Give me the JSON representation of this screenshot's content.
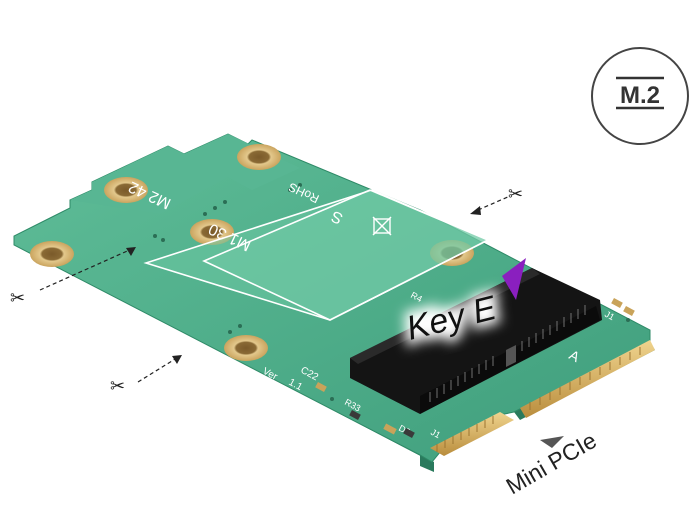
{
  "badge": {
    "text": "M.2"
  },
  "card": {
    "key_label": "Key E",
    "interface_label": "Mini PCIe",
    "silkscreen": {
      "m2_42": "M2 42",
      "m1_30": "M1 30",
      "s": "S",
      "rohs": "RoHS",
      "ver": "Ver",
      "ver_num": "1.1",
      "c22": "C22",
      "r33": "R33",
      "d2": "D2",
      "r4": "R4",
      "a": "A",
      "j1": "J1",
      "j1b": "J1"
    }
  },
  "colors": {
    "pcb": "#4fae8c",
    "pcb_dark": "#2f8a68",
    "gold": "#d9b46a",
    "connector": "#1f1f1f",
    "key_marker": "#8a1fbf",
    "badge_border": "#444444"
  },
  "icons": [
    "scissors-icon",
    "recycle-bin-icon"
  ]
}
